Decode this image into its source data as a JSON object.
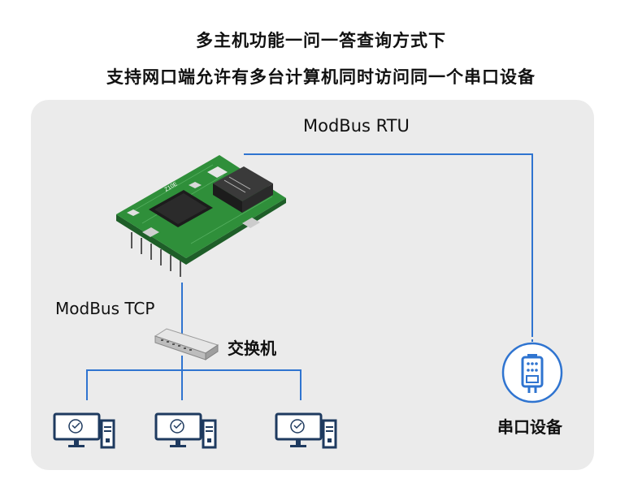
{
  "titles": {
    "line1": "多主机功能一问一答查询方式下",
    "line2": "支持网口端允许有多台计算机同时访问同一个串口设备"
  },
  "labels": {
    "modbus_rtu": "ModBus RTU",
    "modbus_tcp": "ModBus TCP",
    "switch": "交换机",
    "serial_device": "串口设备"
  },
  "colors": {
    "line": "#2f74d0",
    "pcb": "#2f8f3a",
    "panel": "#ebebeb"
  },
  "icons": {
    "module": "pcb-module-icon",
    "switch": "network-switch-icon",
    "computer": "computer-icon",
    "serial": "serial-port-icon"
  },
  "hardware": {
    "chip_marking": "Z10E"
  }
}
